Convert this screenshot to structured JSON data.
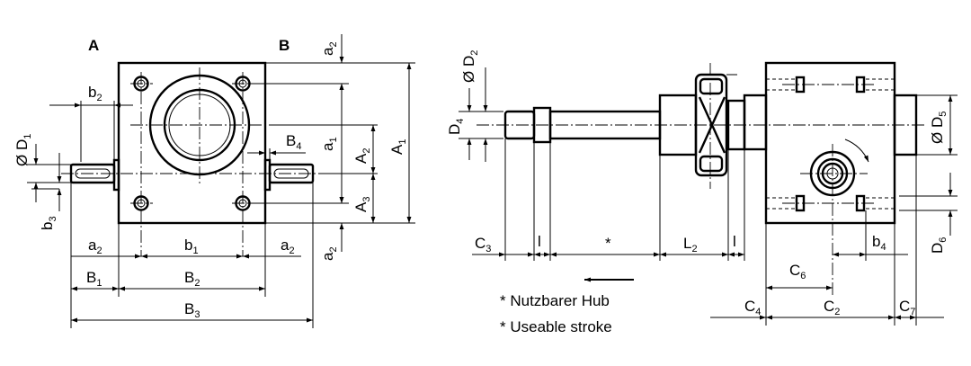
{
  "views": {
    "view_a": "A",
    "view_b": "B"
  },
  "left_dims": {
    "a2_top": "a",
    "a2_top_sub": "2",
    "a2_bottom": "a",
    "a2_bottom_sub": "2",
    "a1": "a",
    "a1_sub": "1",
    "A1": "A",
    "A1_sub": "1",
    "A2": "A",
    "A2_sub": "2",
    "A3": "A",
    "A3_sub": "3",
    "b2": "b",
    "b2_sub": "2",
    "D1": "Ø D",
    "D1_sub": "1",
    "b3": "b",
    "b3_sub": "3",
    "B4": "B",
    "B4_sub": "4",
    "a2_left": "a",
    "a2_left_sub": "2",
    "b1": "b",
    "b1_sub": "1",
    "a2_right": "a",
    "a2_right_sub": "2",
    "B1": "B",
    "B1_sub": "1",
    "B2": "B",
    "B2_sub": "2",
    "B3": "B",
    "B3_sub": "3"
  },
  "right_dims": {
    "D2": "Ø D",
    "D2_sub": "2",
    "D4": "D",
    "D4_sub": "4",
    "D5": "Ø D",
    "D5_sub": "5",
    "D6": "D",
    "D6_sub": "6",
    "C3": "C",
    "C3_sub": "3",
    "l_1": "l",
    "stroke_mark": "*",
    "L2": "L",
    "L2_sub": "2",
    "l_2": "l",
    "b4": "b",
    "b4_sub": "4",
    "C6": "C",
    "C6_sub": "6",
    "C4": "C",
    "C4_sub": "4",
    "C2": "C",
    "C2_sub": "2",
    "C7": "C",
    "C7_sub": "7"
  },
  "notes": {
    "note_de": "* Nutzbarer Hub",
    "note_en": "* Useable stroke"
  }
}
